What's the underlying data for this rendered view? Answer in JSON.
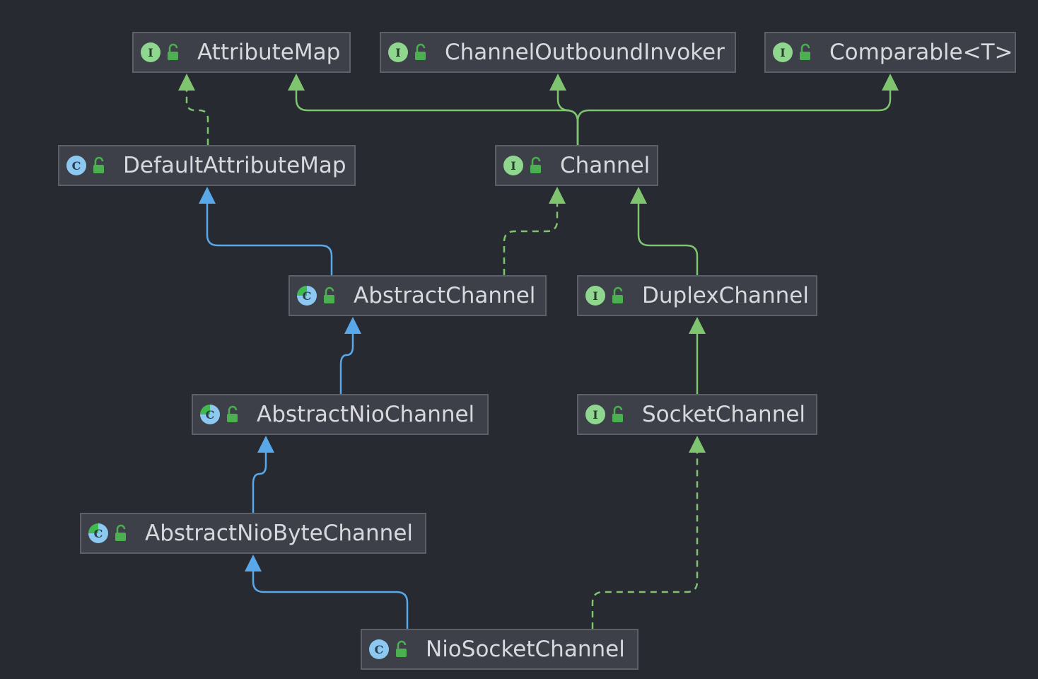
{
  "nodes": [
    {
      "id": "attributemap",
      "label": "AttributeMap",
      "kind": "interface",
      "kind_letter": "I",
      "icon": "interface-icon"
    },
    {
      "id": "channeloutboundinvoker",
      "label": "ChannelOutboundInvoker",
      "kind": "interface",
      "kind_letter": "I",
      "icon": "interface-icon"
    },
    {
      "id": "comparable",
      "label": "Comparable<T>",
      "kind": "interface",
      "kind_letter": "I",
      "icon": "interface-icon"
    },
    {
      "id": "defaultattributemap",
      "label": "DefaultAttributeMap",
      "kind": "class",
      "kind_letter": "C",
      "icon": "class-icon"
    },
    {
      "id": "channel",
      "label": "Channel",
      "kind": "interface",
      "kind_letter": "I",
      "icon": "interface-icon"
    },
    {
      "id": "abstractchannel",
      "label": "AbstractChannel",
      "kind": "abstract",
      "kind_letter": "C",
      "icon": "abstract-class-icon"
    },
    {
      "id": "duplexchannel",
      "label": "DuplexChannel",
      "kind": "interface",
      "kind_letter": "I",
      "icon": "interface-icon"
    },
    {
      "id": "abstractniochannel",
      "label": "AbstractNioChannel",
      "kind": "abstract",
      "kind_letter": "C",
      "icon": "abstract-class-icon"
    },
    {
      "id": "socketchannel",
      "label": "SocketChannel",
      "kind": "interface",
      "kind_letter": "I",
      "icon": "interface-icon"
    },
    {
      "id": "abstractniobytechannel",
      "label": "AbstractNioByteChannel",
      "kind": "abstract",
      "kind_letter": "C",
      "icon": "abstract-class-icon"
    },
    {
      "id": "niosocketchannel",
      "label": "NioSocketChannel",
      "kind": "class",
      "kind_letter": "C",
      "icon": "class-icon"
    }
  ],
  "edges": [
    {
      "from": "defaultattributemap",
      "to": "attributemap",
      "relation": "implements"
    },
    {
      "from": "channel",
      "to": "attributemap",
      "relation": "extends-interface"
    },
    {
      "from": "channel",
      "to": "channeloutboundinvoker",
      "relation": "extends-interface"
    },
    {
      "from": "channel",
      "to": "comparable",
      "relation": "extends-interface"
    },
    {
      "from": "abstractchannel",
      "to": "defaultattributemap",
      "relation": "extends-class"
    },
    {
      "from": "abstractchannel",
      "to": "channel",
      "relation": "implements"
    },
    {
      "from": "duplexchannel",
      "to": "channel",
      "relation": "extends-interface"
    },
    {
      "from": "abstractniochannel",
      "to": "abstractchannel",
      "relation": "extends-class"
    },
    {
      "from": "socketchannel",
      "to": "duplexchannel",
      "relation": "extends-interface"
    },
    {
      "from": "abstractniobytechannel",
      "to": "abstractniochannel",
      "relation": "extends-class"
    },
    {
      "from": "niosocketchannel",
      "to": "abstractniobytechannel",
      "relation": "extends-class"
    },
    {
      "from": "niosocketchannel",
      "to": "socketchannel",
      "relation": "implements"
    }
  ],
  "colors": {
    "background": "#272a31",
    "node_fill": "#3d4049",
    "node_border": "#5d6068",
    "text": "#d7d9dd",
    "interface_edge": "#7fc46e",
    "class_edge": "#59a8ea",
    "lock_icon": "#4caf50"
  }
}
